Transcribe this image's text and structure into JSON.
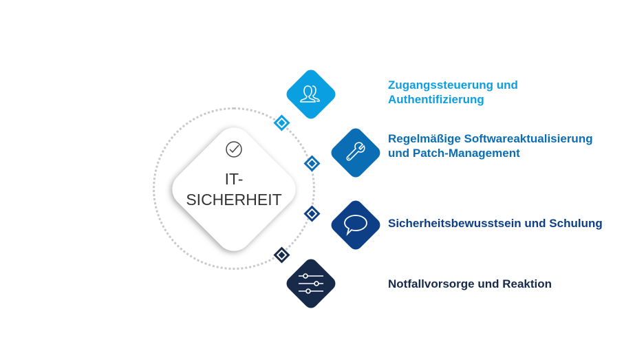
{
  "center": {
    "line1": "IT-",
    "line2": "SICHERHEIT",
    "icon": "check-circle-icon"
  },
  "items": [
    {
      "line1": "Zugangssteuerung und",
      "line2": "Authentifizierung",
      "icon": "users-icon",
      "color": "#0a9fe0"
    },
    {
      "line1": "Regelmäßige Softwareaktualisierung",
      "line2": "und Patch-Management",
      "icon": "wrench-icon",
      "color": "#0b6db3"
    },
    {
      "line1": "Sicherheitsbewusstsein und Schulung",
      "icon": "chat-bubble-icon",
      "color": "#0c3f85"
    },
    {
      "line1": "Notfallvorsorge und Reaktion",
      "icon": "sliders-icon",
      "color": "#172a4a"
    }
  ]
}
